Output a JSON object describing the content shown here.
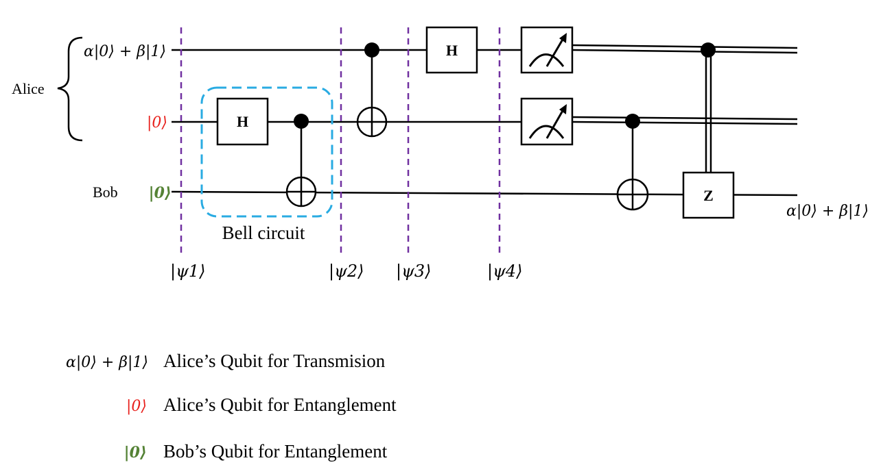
{
  "labels": {
    "alice": "Alice",
    "bob": "Bob",
    "bell_circuit": "Bell circuit",
    "output_state": "α|0⟩ + β|1⟩"
  },
  "inputs": {
    "q0": "α|0⟩ + β|1⟩",
    "q1": "|0⟩",
    "q2": "|0⟩"
  },
  "stages": [
    "|ψ1⟩",
    "|ψ2⟩",
    "|ψ3⟩",
    "|ψ4⟩"
  ],
  "gates": {
    "hadamard": "H",
    "pauli_z": "Z"
  },
  "legend": [
    {
      "symbol": "α|0⟩ + β|1⟩",
      "text": "Alice’s Qubit for Transmision"
    },
    {
      "symbol": "|0⟩",
      "text": "Alice’s Qubit for Entanglement"
    },
    {
      "symbol": "|0⟩",
      "text": "Bob’s Qubit for Entanglement"
    }
  ],
  "colors": {
    "alice_entanglement": "#e8201c",
    "bob_entanglement": "#548235",
    "bell_box": "#29abe2",
    "stage_line": "#7030a0",
    "wire": "#000000"
  }
}
